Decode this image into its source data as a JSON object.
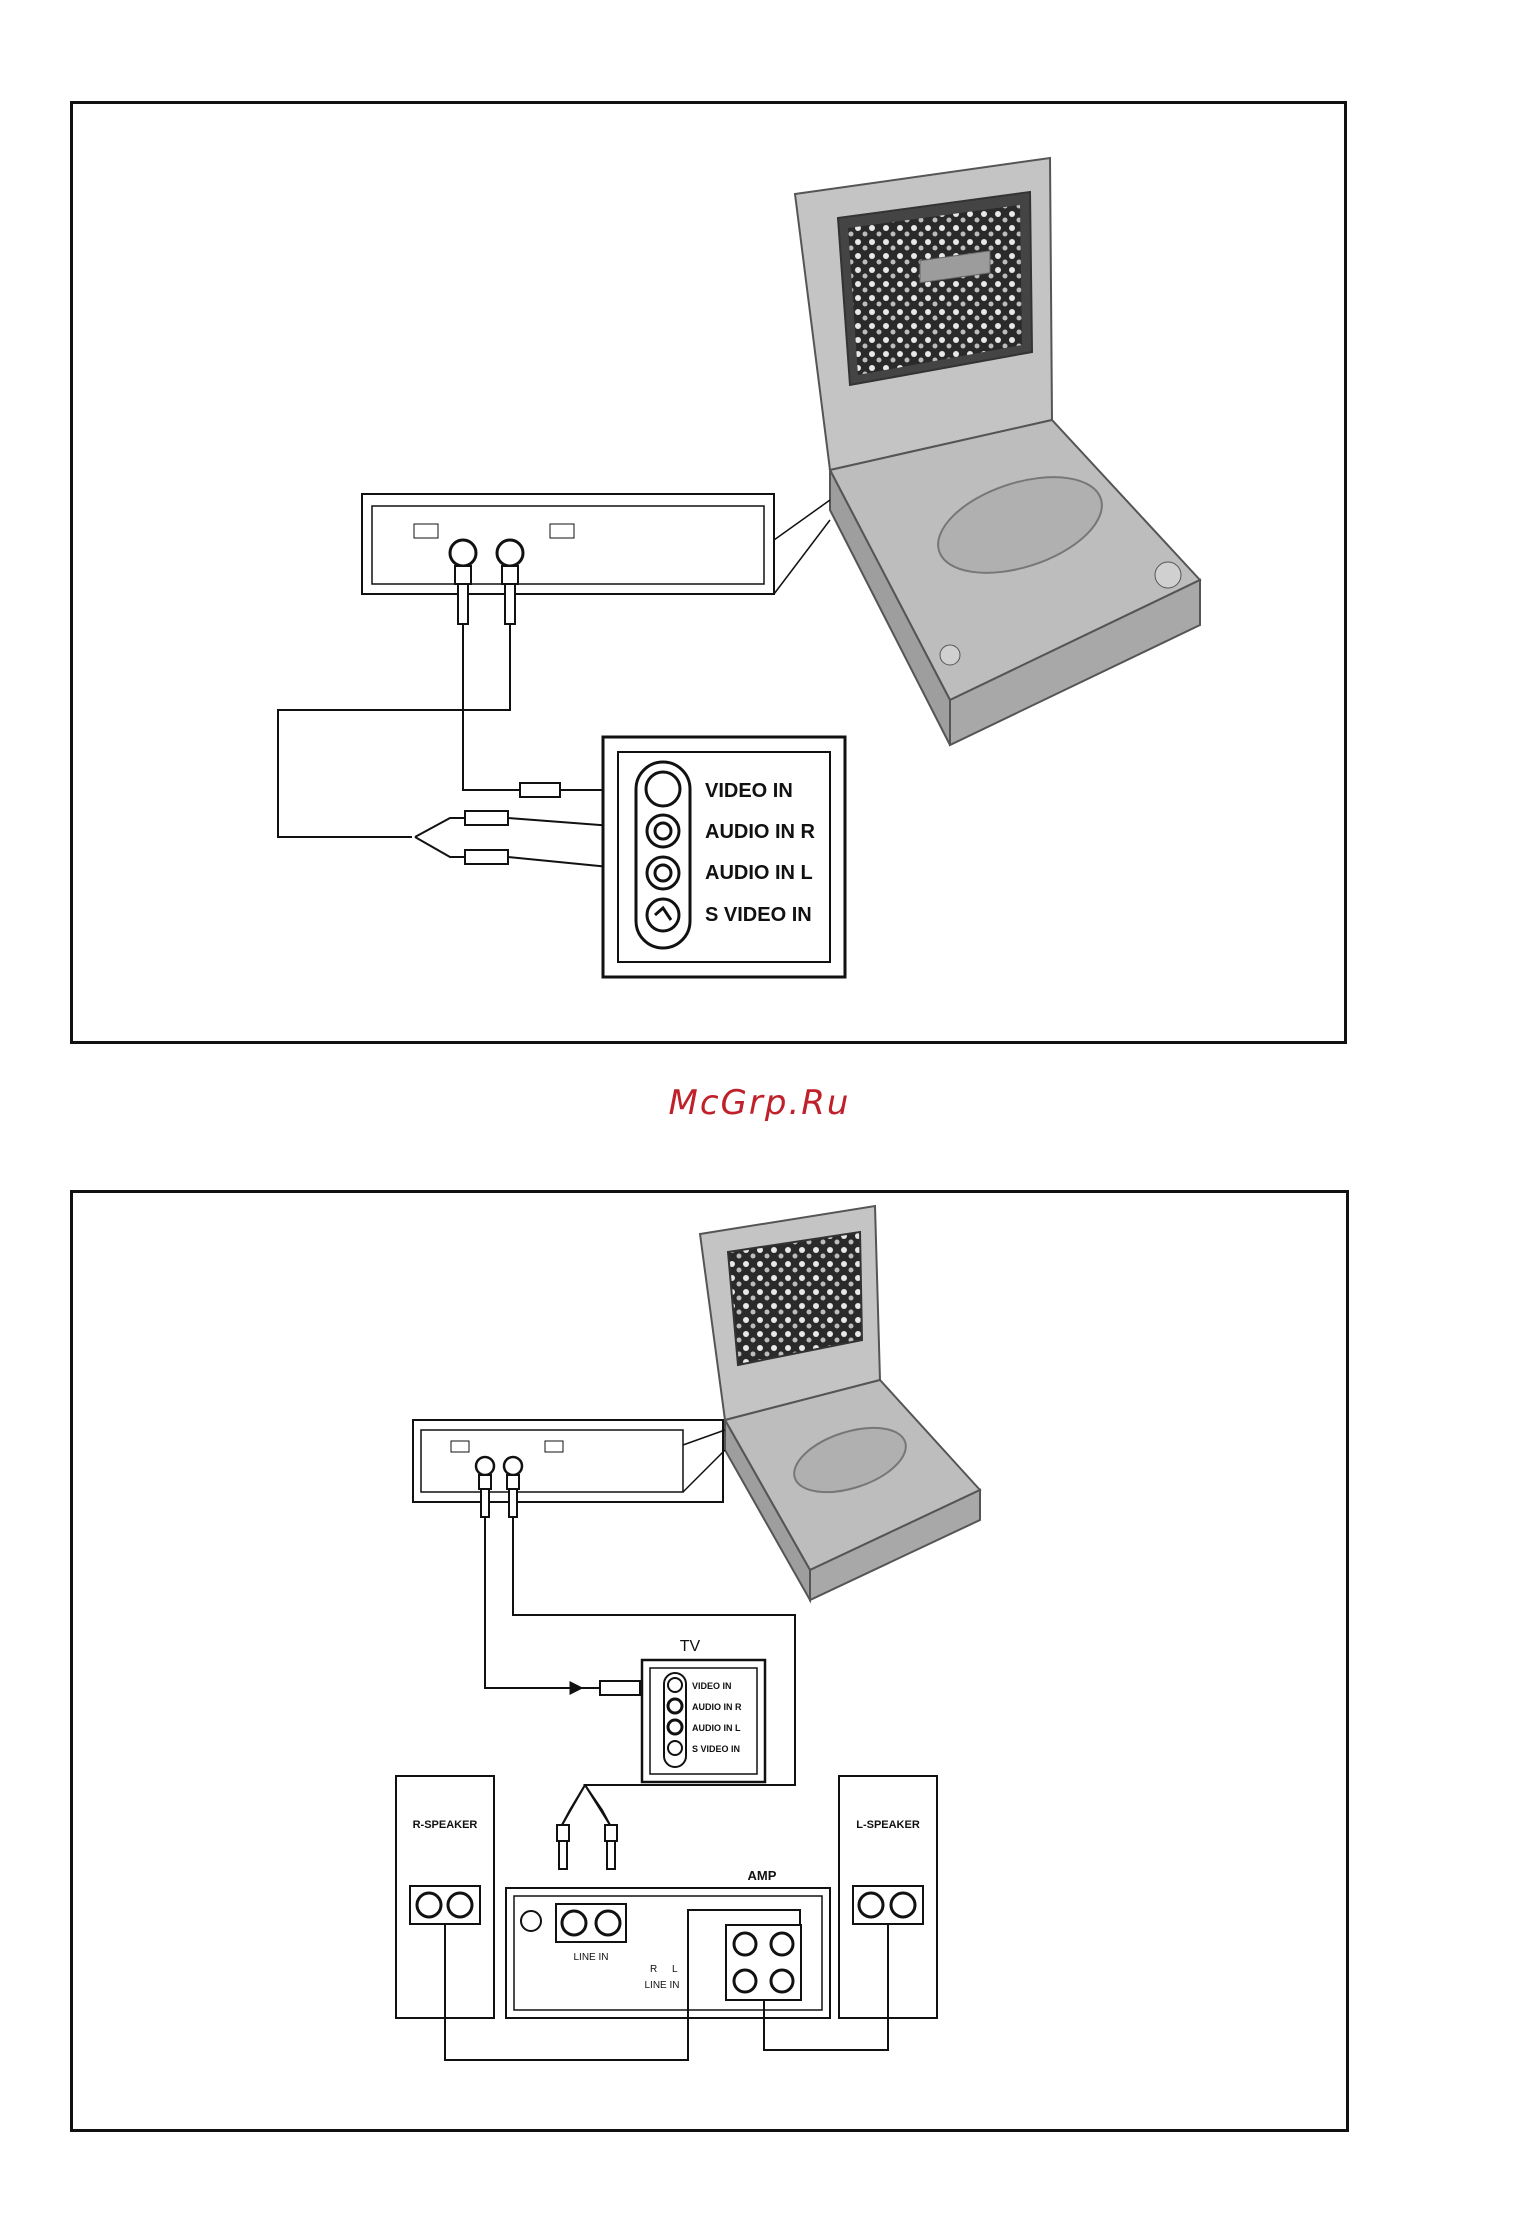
{
  "watermark": "McGrp.Ru",
  "top_diagram": {
    "tv_panel": {
      "video_in": "VIDEO IN",
      "audio_in_r": "AUDIO IN R",
      "audio_in_l": "AUDIO IN L",
      "s_video_in": "S VIDEO IN"
    }
  },
  "bottom_diagram": {
    "tv_title": "TV",
    "tv_panel": {
      "video_in": "VIDEO IN",
      "audio_in_r": "AUDIO IN R",
      "audio_in_l": "AUDIO IN L",
      "s_video_in": "S VIDEO IN"
    },
    "r_speaker": "R-SPEAKER",
    "l_speaker": "L-SPEAKER",
    "amp": "AMP",
    "line_in": "LINE IN",
    "r": "R",
    "l": "L"
  },
  "colors": {
    "watermark": "#c0202a",
    "line": "#111111",
    "device_gray": "#b4b4b4"
  }
}
